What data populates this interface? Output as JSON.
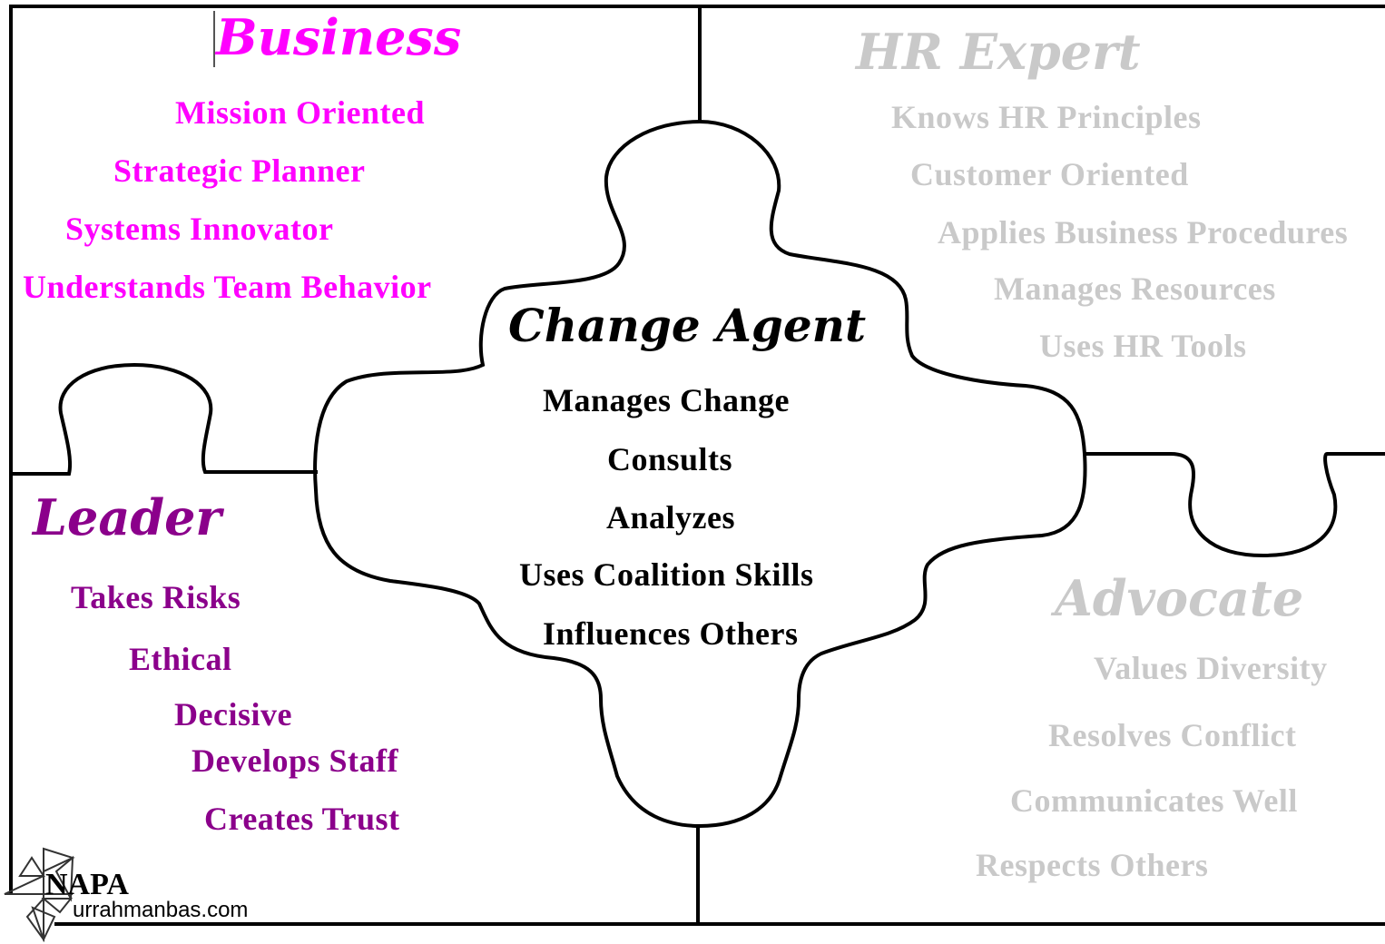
{
  "colors": {
    "business": "#ff00ff",
    "leader": "#8b008b",
    "hr_expert": "#c9c9c9",
    "advocate": "#c9c9c9",
    "change_agent": "#000000",
    "lines": "#000000"
  },
  "business": {
    "title": "Business",
    "items": [
      "Mission Oriented",
      "Strategic Planner",
      "Systems Innovator",
      "Understands Team Behavior"
    ]
  },
  "hr_expert": {
    "title": "HR Expert",
    "items": [
      "Knows HR Principles",
      "Customer Oriented",
      "Applies Business Procedures",
      "Manages Resources",
      "Uses HR Tools"
    ]
  },
  "leader": {
    "title": "Leader",
    "items": [
      "Takes Risks",
      "Ethical",
      "Decisive",
      "Develops Staff",
      "Creates Trust"
    ]
  },
  "advocate": {
    "title": "Advocate",
    "items": [
      "Values Diversity",
      "Resolves Conflict",
      "Communicates Well",
      "Respects Others"
    ]
  },
  "change_agent": {
    "title": "Change Agent",
    "items": [
      "Manages Change",
      "Consults",
      "Analyzes",
      "Uses Coalition Skills",
      "Influences Others"
    ]
  },
  "watermark": {
    "brand": "NAPA",
    "url": "urrahmanbas.com",
    "icon": "arrows-cross-logo"
  }
}
